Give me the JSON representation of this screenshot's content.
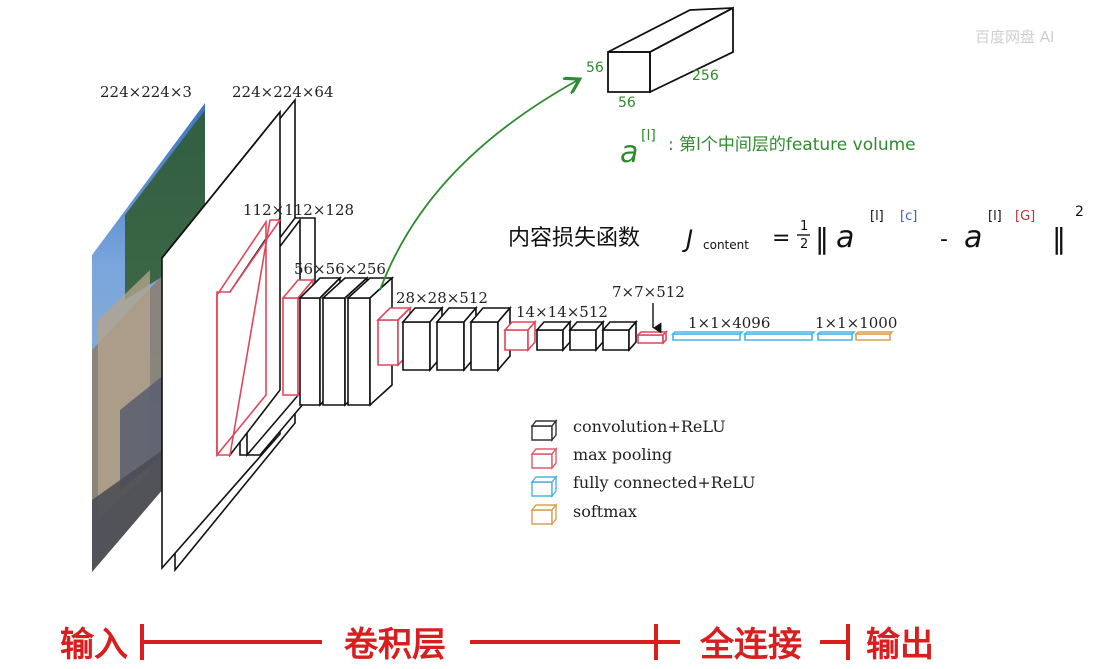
{
  "watermark": "百度网盘 AI",
  "layers": {
    "input_dim": "224×224×3",
    "conv1_dim": "224×224×64",
    "conv2_dim": "112×112×128",
    "conv3_dim": "56×56×256",
    "conv4_dim": "28×28×512",
    "conv5_dim": "14×14×512",
    "pool5_dim": "7×7×512",
    "fc_dim": "1×1×4096",
    "out_dim": "1×1×1000"
  },
  "legend": [
    {
      "label": "convolution+ReLU",
      "color": "#333333"
    },
    {
      "label": "max pooling",
      "color": "#e05a6a"
    },
    {
      "label": "fully connected+ReLU",
      "color": "#4ab3e6"
    },
    {
      "label": "softmax",
      "color": "#d9a050"
    }
  ],
  "volume": {
    "height": "56",
    "width": "56",
    "depth": "256",
    "label_a": "a",
    "label_sup": "[l]",
    "label_text": ": 第l个中间层的feature volume"
  },
  "loss": {
    "prefix": "内容损失函数",
    "J": "J",
    "content": "content",
    "eq": "=",
    "half_num": "1",
    "half_den": "2",
    "bar_open": "‖",
    "a1": "a",
    "a1_sup_l": "[l]",
    "a1_sup_c": "[c]",
    "minus": "-",
    "a2": "a",
    "a2_sup_l": "[l]",
    "a2_sup_g": "[G]",
    "bar_close": "‖",
    "power": "2"
  },
  "bottom": {
    "input": "输入",
    "conv": "卷积层",
    "fc": "全连接",
    "output": "输出"
  }
}
